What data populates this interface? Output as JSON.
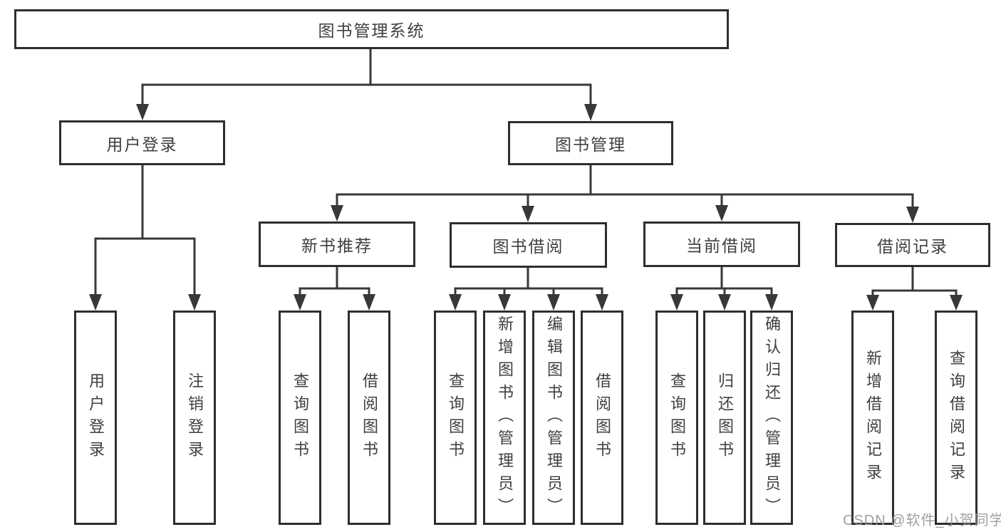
{
  "diagram": {
    "tree": {
      "root": {
        "label": "图书管理系统"
      },
      "level2": [
        {
          "label": "用户登录",
          "children": [
            "用户登录",
            "注销登录"
          ]
        },
        {
          "label": "图书管理"
        }
      ],
      "level3": [
        {
          "label": "新书推荐",
          "children": [
            "查询图书",
            "借阅图书"
          ]
        },
        {
          "label": "图书借阅",
          "children": [
            "查询图书",
            "新增图书（管理员）",
            "编辑图书（管理员）",
            "借阅图书"
          ]
        },
        {
          "label": "当前借阅",
          "children": [
            "查询图书",
            "归还图书",
            "确认归还（管理员）"
          ]
        },
        {
          "label": "借阅记录",
          "children": [
            "新增借阅记录",
            "查询借阅记录"
          ]
        }
      ]
    },
    "colors": {
      "box_border": "#2e2e2e",
      "connector": "#383838",
      "text": "#3f3f3f",
      "watermark": "#989898"
    },
    "watermark": "CSDN @软件_小贺同学"
  }
}
